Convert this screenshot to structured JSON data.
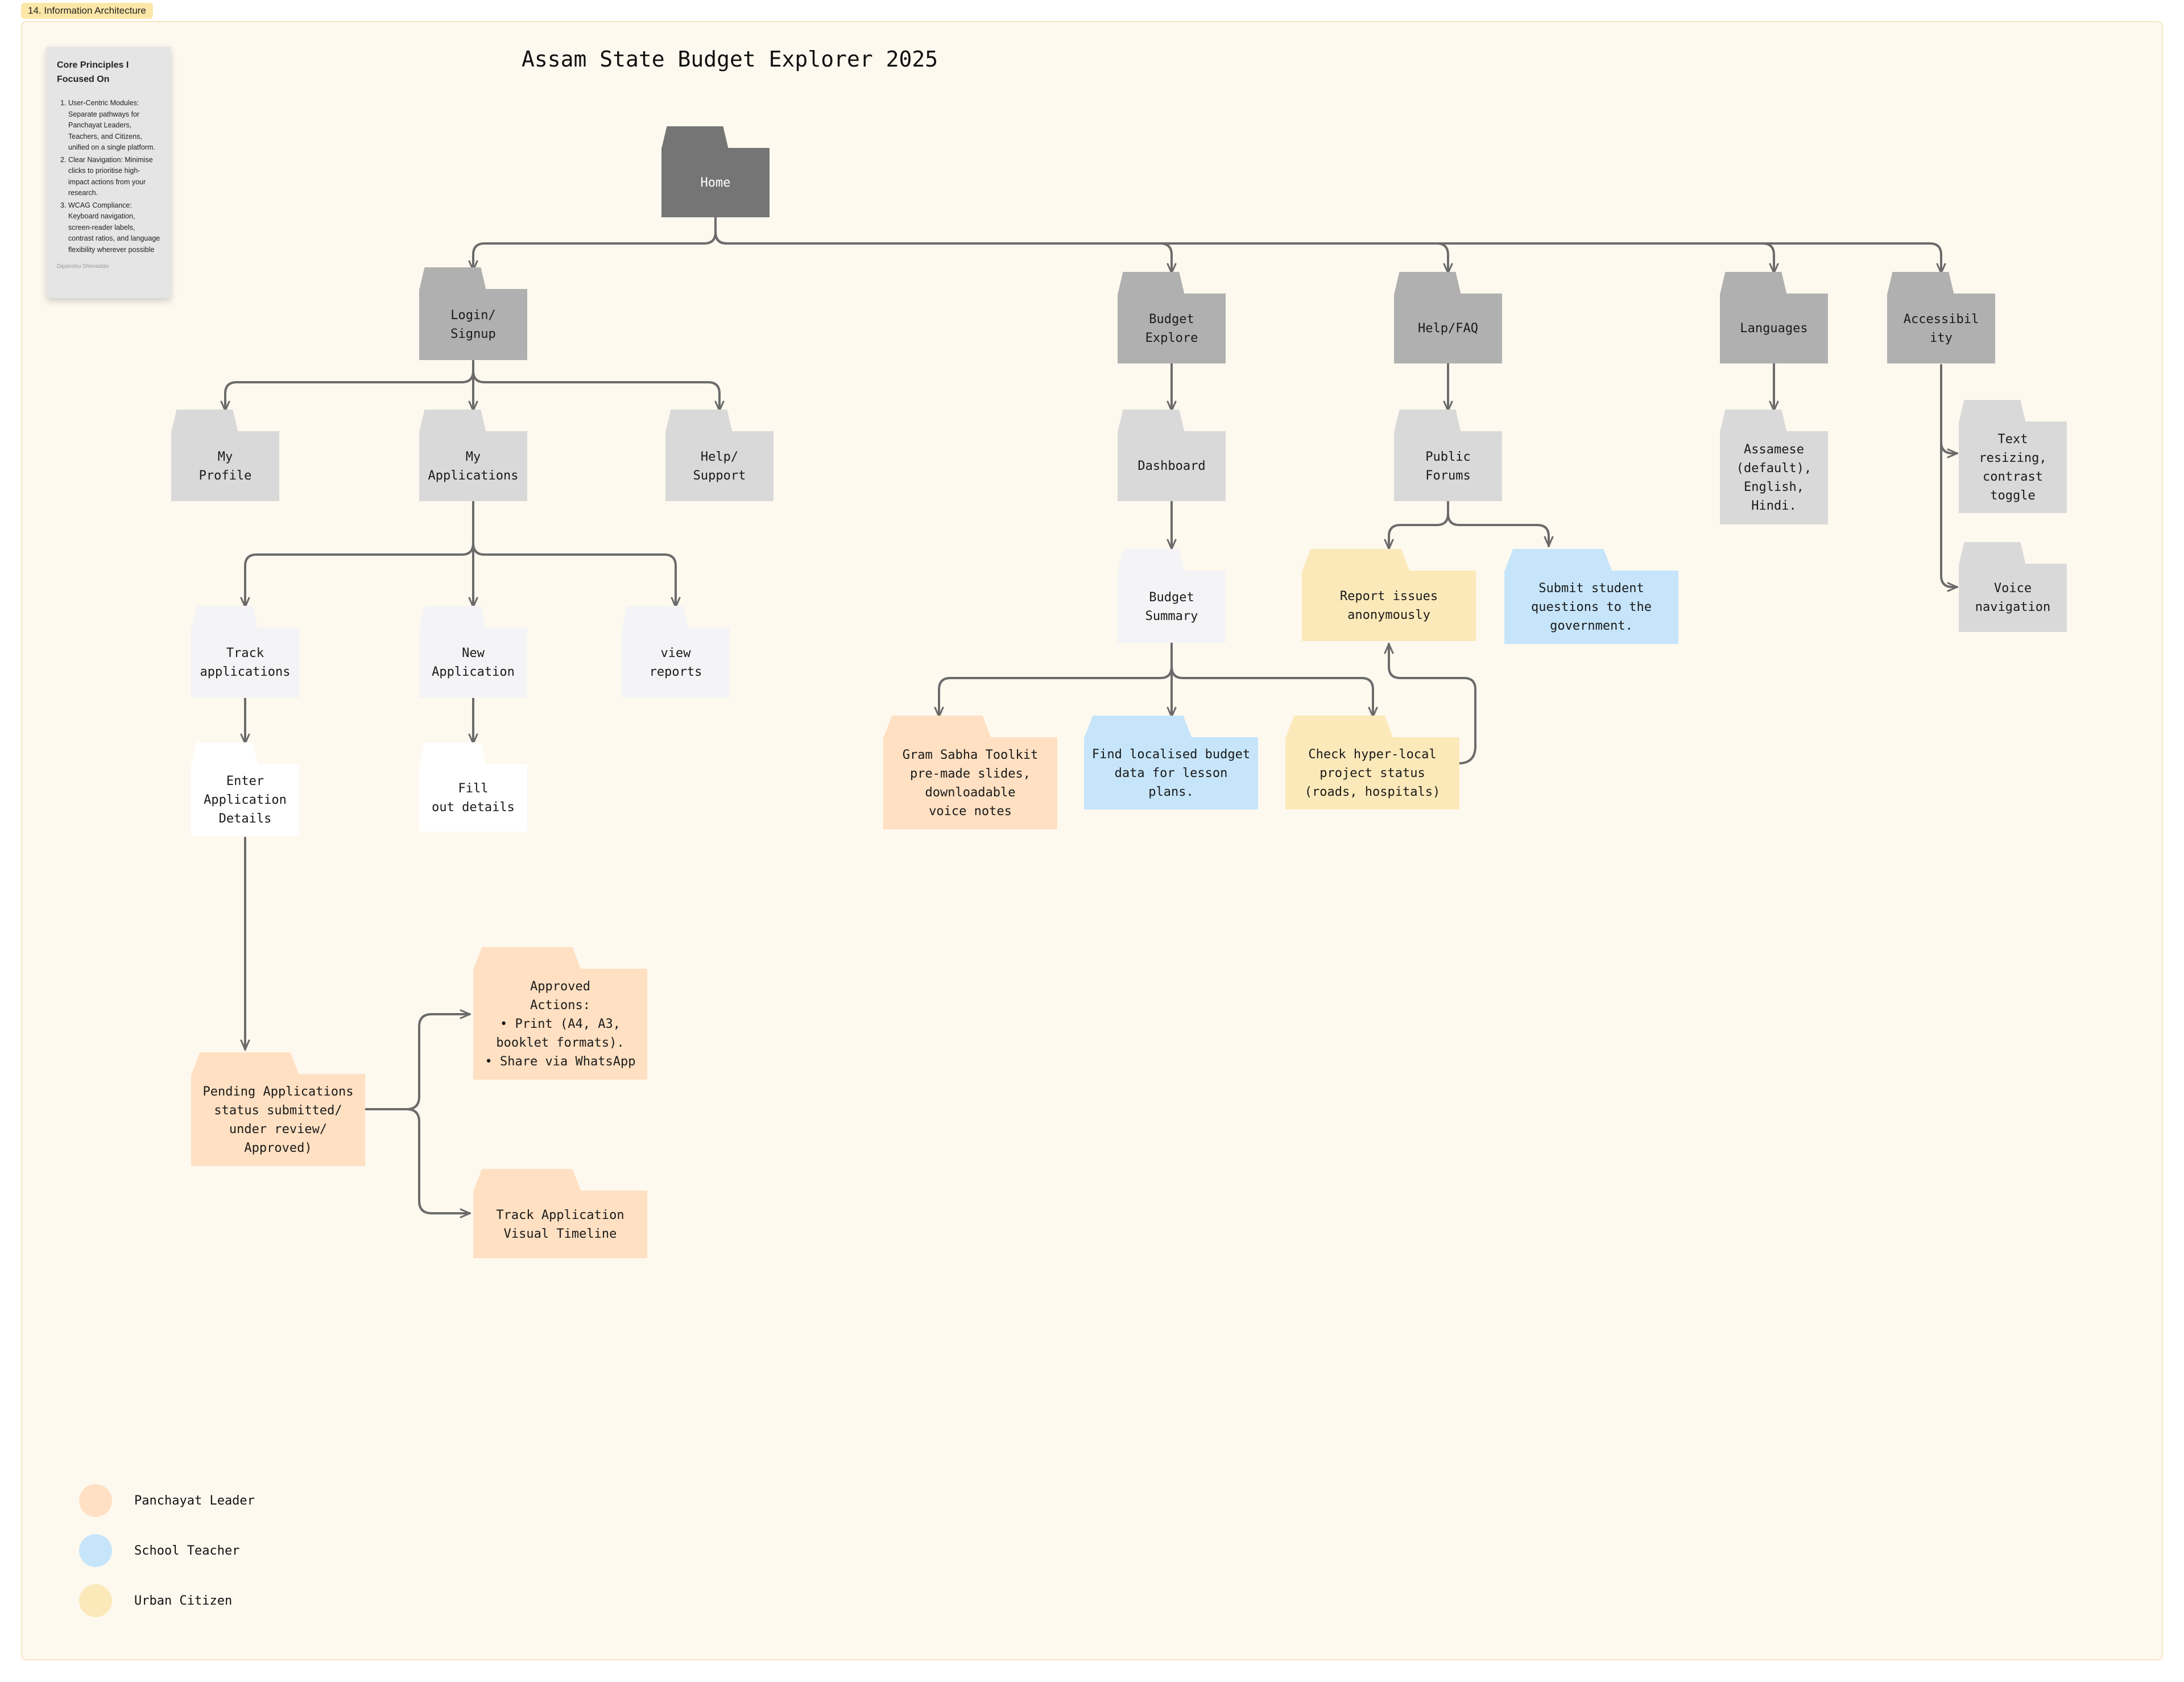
{
  "frame_label": "14. Information Architecture",
  "title": "Assam State Budget Explorer 2025",
  "principles": {
    "heading": "Core Principles I Focused On",
    "items": [
      "User-Centric Modules: Separate pathways for Panchayat Leaders, Teachers, and Citizens, unified on a single platform.",
      "Clear Navigation: Minimise clicks to prioritise high-impact actions from your research.",
      "WCAG Compliance: Keyboard navigation, screen-reader labels, contrast ratios, and language flexibility wherever possible"
    ],
    "author": "Dipanshu Shrivastav"
  },
  "nodes": {
    "home": "Home",
    "login": "Login/\nSignup",
    "budget_explore": "Budget\nExplore",
    "help_faq": "Help/FAQ",
    "languages": "Languages",
    "accessibility": "Accessibil\nity",
    "my_profile": "My\nProfile",
    "my_applications": "My\nApplications",
    "help_support": "Help/\nSupport",
    "dashboard": "Dashboard",
    "public_forums": "Public\nForums",
    "language_list": "Assamese\n(default),\nEnglish,\nHindi.",
    "text_resizing": "Text\nresizing,\ncontrast\ntoggle",
    "voice_navigation": "Voice\nnavigation",
    "track_applications": "Track\napplications",
    "new_application": "New\nApplication",
    "view_reports": "view\nreports",
    "budget_summary": "Budget\nSummary",
    "report_issues": "Report issues\nanonymously",
    "submit_questions": "Submit student\nquestions to the\ngovernment.",
    "enter_details": "Enter\nApplication\nDetails",
    "fill_details": "Fill\nout details",
    "gram_sabha": "Gram Sabha Toolkit\npre-made slides,\ndownloadable\nvoice notes",
    "localised_budget": "Find localised budget\ndata for lesson\nplans.",
    "hyper_local": "Check hyper-local\nproject status\n(roads, hospitals)",
    "approved_actions": "Approved\nActions:\n• Print (A4, A3,\nbooklet formats).\n• Share via WhatsApp",
    "pending": "Pending Applications\nstatus submitted/\nunder review/\nApproved)",
    "track_timeline": "Track Application\nVisual Timeline"
  },
  "legend": [
    {
      "label": "Panchayat Leader",
      "color": "#ffe0c2"
    },
    {
      "label": "School Teacher",
      "color": "#c6e5fb"
    },
    {
      "label": "Urban Citizen",
      "color": "#fce9ba"
    }
  ],
  "colors": {
    "frame_background": "#fef9ef",
    "connector": "#6b6b6b",
    "level_1": "#757575",
    "level_2": "#b0b0b0",
    "level_3": "#d9d9d9"
  }
}
